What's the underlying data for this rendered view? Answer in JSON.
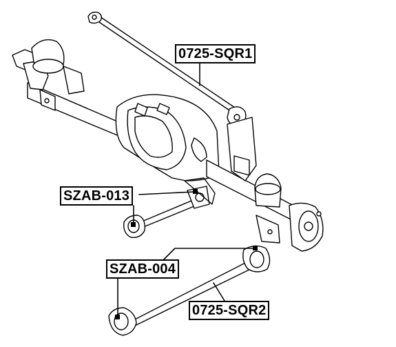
{
  "labels": {
    "upper_lateral_rod": "0725-SQR1",
    "upper_arm_bushing": "SZAB-013",
    "lower_arm_bushing": "SZAB-004",
    "lower_arm": "0725-SQR2"
  },
  "colors": {
    "line": "#000000",
    "background": "#ffffff"
  }
}
